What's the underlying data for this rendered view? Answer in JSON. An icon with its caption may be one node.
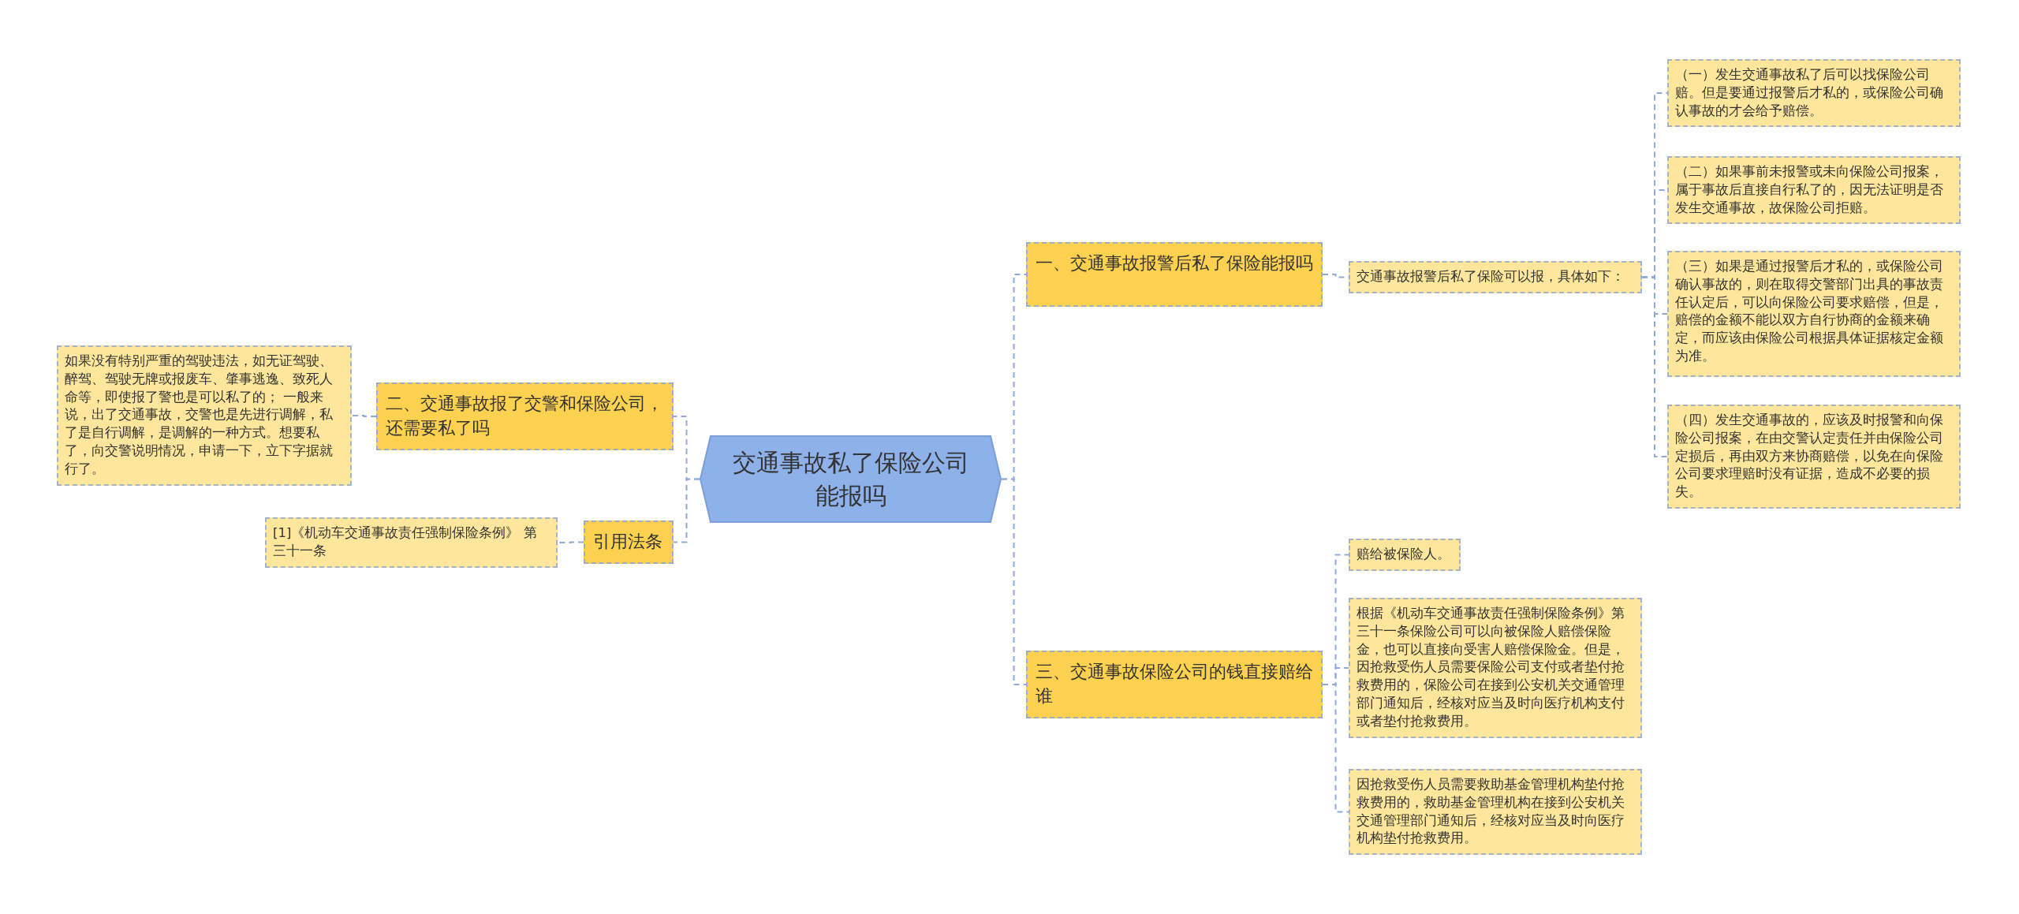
{
  "diagram": {
    "nodes": [
      {
        "text": [
          "交通事故私了保险公司能报吗"
        ]
      },
      {
        "text": [
          "一、交通事故报警后私了保险能报吗"
        ]
      },
      {
        "text": [
          "交通事故报警后私了保险可以报，具体如下："
        ]
      },
      {
        "text": [
          "（一）发生交通事故私了后可以找保险公司赔。但是要通过报警后才私的，或保险公司确认事故的才会给予赔偿。"
        ]
      },
      {
        "text": [
          "（二）如果事前未报警或未向保险公司报案，属于事故后直接自行私了的，因无法证明是否发生交通事故，故保险公司拒赔。"
        ]
      },
      {
        "text": [
          "（三）如果是通过报警后才私的，或保险公司确认事故的，则在取得交警部门出具的事故责任认定后，可以向保险公司要求赔偿，但是，赔偿的金额不能以双方自行协商的金额来确定，而应该由保险公司根据具体证据核定金额为准。"
        ]
      },
      {
        "text": [
          "（四）发生交通事故的，应该及时报警和向保险公司报案，在由交警认定责任并由保险公司定损后，再由双方来协商赔偿，以免在向保险公司要求理赔时没有证据，造成不必要的损失。"
        ]
      },
      {
        "text": [
          "三、交通事故保险公司的钱直接赔给谁"
        ]
      },
      {
        "text": [
          "赔给被保险人。"
        ]
      },
      {
        "text": [
          "根据《机动车交通事故责任强制保险条例》第三十一条保险公司可以向被保险人赔偿保险金，也可以直接向受害人赔偿保险金。但是，因抢救受伤人员需要保险公司支付或者垫付抢救费用的，保险公司在接到公安机关交通管理部门通知后，经核对应当及时向医疗机构支付或者垫付抢救费用。"
        ]
      },
      {
        "text": [
          "因抢救受伤人员需要救助基金管理机构垫付抢救费用的，救助基金管理机构在接到公安机关交通管理部门通知后，经核对应当及时向医疗机构垫付抢救费用。"
        ]
      },
      {
        "text": [
          "二、交通事故报了交警和保险公司，还需要私了吗"
        ]
      },
      {
        "text": [
          "如果没有特别严重的驾驶违法，如无证驾驶、醉驾、驾驶无牌或报废车、肇事逃逸、致死人命等，即使报了警也是可以私了的； 一般来说，出了交通事故，交警也是先进行调解，私了是自行调解，是调解的一种方式。想要私了，向交警说明情况，申请一下，立下字据就行了。"
        ]
      },
      {
        "text": [
          "引用法条"
        ]
      },
      {
        "text": [
          "[1]《机动车交通事故责任强制保险条例》 第三十一条"
        ]
      }
    ],
    "edges": [
      {
        "from": 0,
        "to": 1,
        "arrow": "none"
      },
      {
        "from": 1,
        "to": 2,
        "arrow": "none"
      },
      {
        "from": 2,
        "to": 3,
        "arrow": "none"
      },
      {
        "from": 2,
        "to": 4,
        "arrow": "none"
      },
      {
        "from": 2,
        "to": 5,
        "arrow": "none"
      },
      {
        "from": 2,
        "to": 6,
        "arrow": "none"
      },
      {
        "from": 0,
        "to": 7,
        "arrow": "none"
      },
      {
        "from": 7,
        "to": 8,
        "arrow": "none"
      },
      {
        "from": 7,
        "to": 9,
        "arrow": "none"
      },
      {
        "from": 7,
        "to": 10,
        "arrow": "none"
      },
      {
        "from": 0,
        "to": 11,
        "arrow": "none"
      },
      {
        "from": 11,
        "to": 12,
        "arrow": "none"
      },
      {
        "from": 0,
        "to": 13,
        "arrow": "none"
      },
      {
        "from": 13,
        "to": 14,
        "arrow": "none"
      }
    ]
  }
}
